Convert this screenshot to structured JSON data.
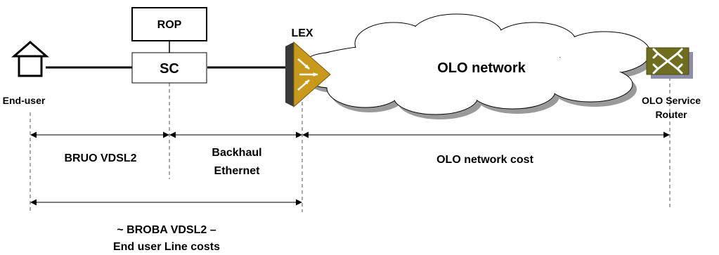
{
  "nodes": {
    "rop": "ROP",
    "sc": "SC",
    "lex": "LEX",
    "olo_network": "OLO network",
    "end_user": "End-user",
    "service_router": [
      "OLO Service",
      "Router"
    ]
  },
  "segments": {
    "bruo": "BRUO VDSL2",
    "backhaul": [
      "Backhaul",
      "Ethernet"
    ],
    "olo_cost": "OLO network cost",
    "broba": [
      "~ BROBA VDSL2 –",
      "End user Line costs"
    ]
  },
  "colors": {
    "lex_body": "#C89A1C",
    "lex_face": "#3A3A3A",
    "router_body": "#6E6E1E",
    "router_shadow": "#8E8EA8",
    "cloud_shadow": "#9A9A9A"
  },
  "icons": {
    "house": "house-icon",
    "lex": "lex-switch-icon",
    "cloud": "cloud-icon",
    "router": "router-icon"
  }
}
